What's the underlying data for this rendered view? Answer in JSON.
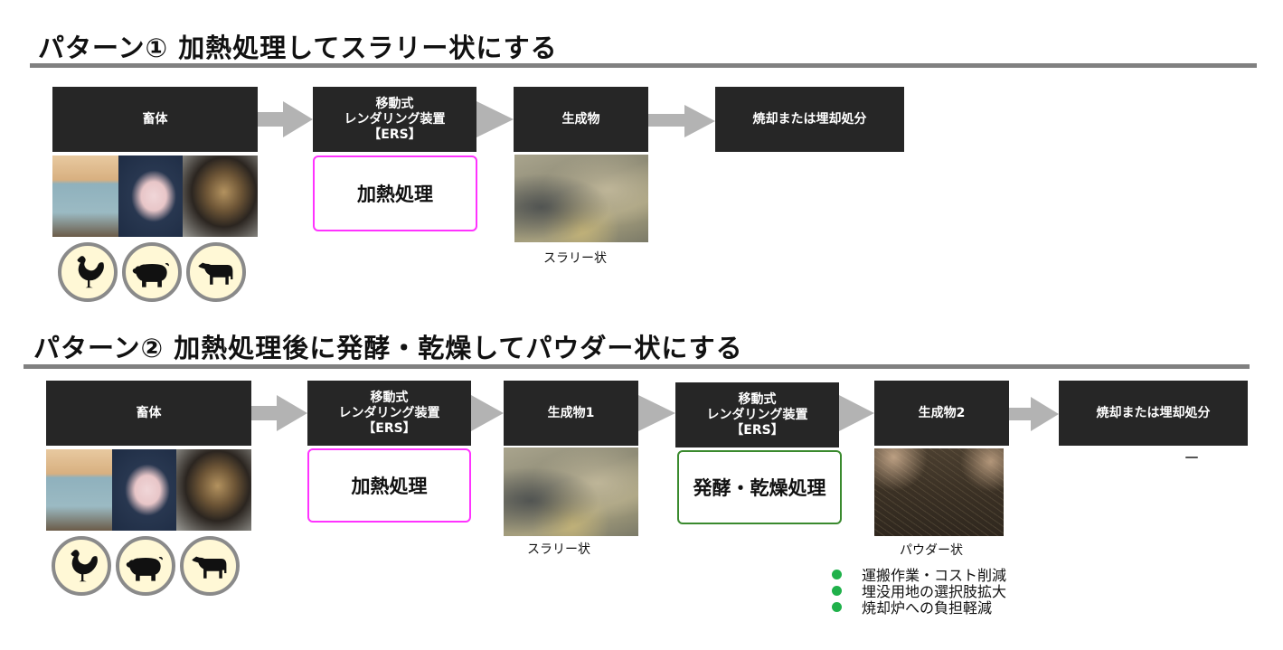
{
  "pattern1": {
    "title": "パターン① 加熱処理してスラリー状にする",
    "steps": {
      "carcass": "畜体",
      "ers": [
        "移動式",
        "レンダリング装置",
        "【ERS】"
      ],
      "product": "生成物",
      "disposal": "焼却または埋却処分"
    },
    "process": "加熱処理",
    "product_caption": "スラリー状",
    "animals": [
      "chicken",
      "pig",
      "cow"
    ]
  },
  "pattern2": {
    "title": "パターン② 加熱処理後に発酵・乾燥してパウダー状にする",
    "steps": {
      "carcass": "畜体",
      "ers1": [
        "移動式",
        "レンダリング装置",
        "【ERS】"
      ],
      "product1": "生成物1",
      "ers2": [
        "移動式",
        "レンダリング装置",
        "【ERS】"
      ],
      "product2": "生成物2",
      "disposal": "焼却または埋却処分"
    },
    "process1": "加熱処理",
    "process2": "発酵・乾燥処理",
    "product1_caption": "スラリー状",
    "product2_caption": "パウダー状",
    "animals": [
      "chicken",
      "pig",
      "cow"
    ],
    "benefits": [
      "運搬作業・コスト削減",
      "埋没用地の選択肢拡大",
      "焼却炉への負担軽減"
    ]
  },
  "colors": {
    "box_bg": "#262626",
    "arrow": "#b3b3b3",
    "heat_border": "#ff33ff",
    "ferment_border": "#3a8a2e",
    "bullet": "#1fb14a",
    "rule": "#808080"
  }
}
